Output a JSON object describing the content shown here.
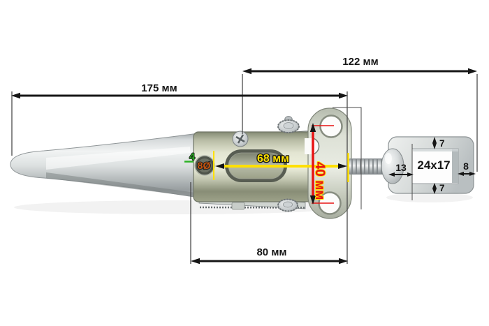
{
  "diagram": {
    "product": "spring draw latch with keeper plate",
    "dims": {
      "total_length": "175 мм",
      "right_length": "122 мм",
      "base_length": "80 мм",
      "body_length": "68 мм",
      "hole_spacing": "40 мм",
      "keeper_offset": "13",
      "keeper_margin_right": "8",
      "keeper_margin_top": "7",
      "keeper_margin_bottom": "7",
      "mount_hole_diameter": "8Ø",
      "material_thickness": "4",
      "window_size": "24x17"
    },
    "colors": {
      "background": "#ffffff",
      "dim_black": "#161616",
      "dim_yellow": "#ffe000",
      "dim_red": "#e81313",
      "label_green": "#2db224",
      "label_orange": "#c8560f"
    }
  }
}
